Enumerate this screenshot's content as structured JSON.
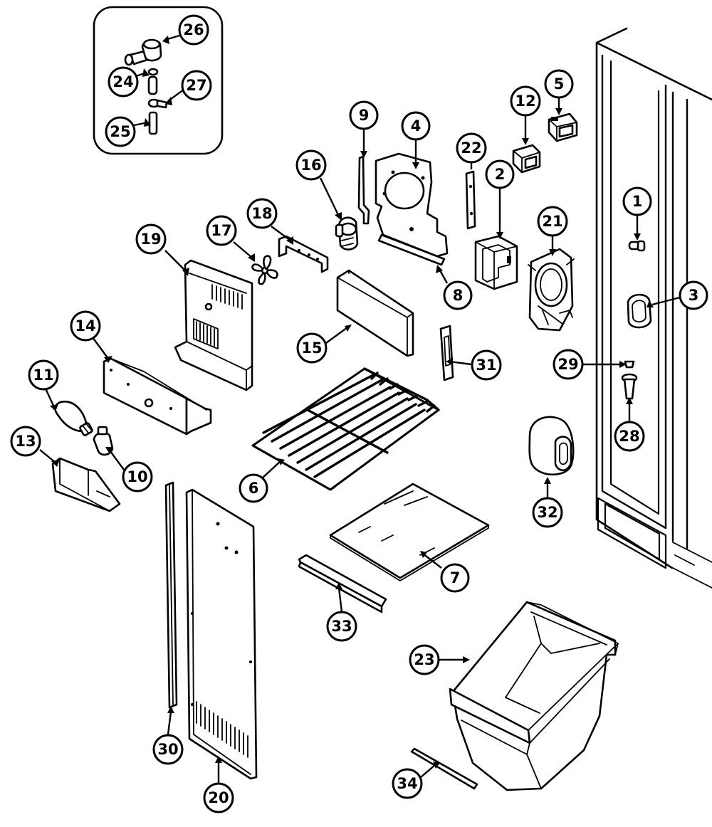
{
  "diagram": {
    "callouts": [
      {
        "label": "1",
        "part": "screw"
      },
      {
        "label": "2",
        "part": "bracket"
      },
      {
        "label": "3",
        "part": "door-stop"
      },
      {
        "label": "4",
        "part": "evaporator-cover-plate"
      },
      {
        "label": "5",
        "part": "switch"
      },
      {
        "label": "6",
        "part": "wire-shelf"
      },
      {
        "label": "7",
        "part": "glass-shelf"
      },
      {
        "label": "8",
        "part": "seal-strip"
      },
      {
        "label": "9",
        "part": "bracket-rod"
      },
      {
        "label": "10",
        "part": "lamp-socket"
      },
      {
        "label": "11",
        "part": "light-bulb"
      },
      {
        "label": "12",
        "part": "switch"
      },
      {
        "label": "13",
        "part": "light-shield"
      },
      {
        "label": "14",
        "part": "light-housing"
      },
      {
        "label": "15",
        "part": "cover-panel"
      },
      {
        "label": "16",
        "part": "fan-motor"
      },
      {
        "label": "17",
        "part": "fan-blade"
      },
      {
        "label": "18",
        "part": "motor-bracket"
      },
      {
        "label": "19",
        "part": "evaporator-cover"
      },
      {
        "label": "20",
        "part": "liner-panel"
      },
      {
        "label": "21",
        "part": "fan-housing"
      },
      {
        "label": "22",
        "part": "clip"
      },
      {
        "label": "23",
        "part": "ice-bin"
      },
      {
        "label": "24",
        "part": "ferrule"
      },
      {
        "label": "25",
        "part": "tube"
      },
      {
        "label": "26",
        "part": "valve"
      },
      {
        "label": "27",
        "part": "clamp"
      },
      {
        "label": "28",
        "part": "bolt"
      },
      {
        "label": "29",
        "part": "screw"
      },
      {
        "label": "30",
        "part": "trim-strip"
      },
      {
        "label": "31",
        "part": "bracket"
      },
      {
        "label": "32",
        "part": "cap"
      },
      {
        "label": "33",
        "part": "shelf-trim"
      },
      {
        "label": "34",
        "part": "strip"
      }
    ]
  }
}
